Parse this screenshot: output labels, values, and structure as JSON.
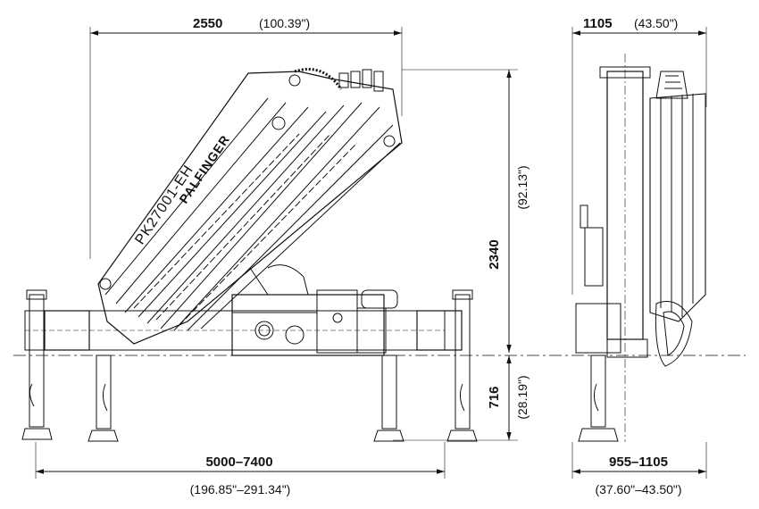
{
  "dimensions": {
    "height_closed": {
      "value": "2550",
      "inches": "(100.39\")"
    },
    "width_closed": {
      "value": "1105",
      "inches": "(43.50\")"
    },
    "height_total": {
      "value": "2340",
      "inches": "(92.13\")"
    },
    "height_below": {
      "value": "716",
      "inches": "(28.19\")"
    },
    "outrigger_span": {
      "value": "5000–7400",
      "inches": "(196.85\"–291.34\")"
    },
    "base_width": {
      "value": "955–1105",
      "inches": "(37.60\"–43.50\")"
    }
  },
  "labels": {
    "brand": "PALFINGER",
    "model": "PK27001-EH"
  },
  "colors": {
    "line": "#111111",
    "background": "#ffffff"
  }
}
